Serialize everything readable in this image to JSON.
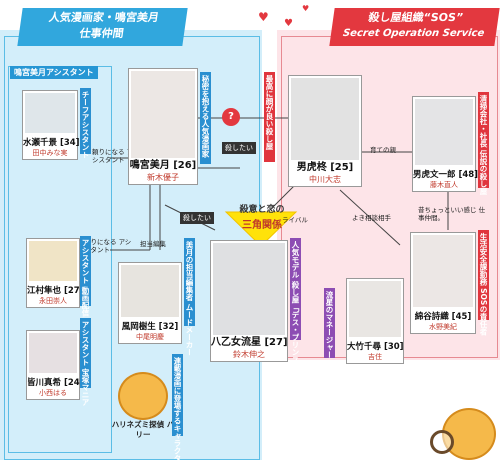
{
  "groups": {
    "left_title_1": "人気漫画家・鳴宮美月",
    "left_title_2": "仕事仲間",
    "right_title_1": "殺し屋組織“SOS”",
    "right_title_2": "Secret Operation Service",
    "assistant_tag": "鳴宮美月アシスタント"
  },
  "characters": {
    "minase": {
      "name": "水瀬千景 [34]",
      "actor": "田中みな実",
      "role": "チーフアシスタント"
    },
    "emura": {
      "name": "江村隼也 [27]",
      "actor": "永田崇人",
      "role": "アシスタント 動画配信マニア"
    },
    "minagawa": {
      "name": "皆川真希 [24]",
      "actor": "小西はる",
      "role": "アシスタント 宝塚マニア"
    },
    "narumiya": {
      "name": "鳴宮美月 [26]",
      "actor": "新木優子",
      "role": "秘密を抱える人気漫画家"
    },
    "kazama": {
      "name": "風岡樹生 [32]",
      "actor": "中尾明慶",
      "role": "美月の担当編集者 ムードメーカー"
    },
    "harry": {
      "name": "ハリネズミ探偵 ハリー",
      "role": "連載漫画に登場するキャラクター"
    },
    "otora": {
      "name": "男虎柊 [25]",
      "actor": "中川大志",
      "role": "最高に顔が良い殺し屋"
    },
    "bunichiro": {
      "name": "男虎文一郎 [48]",
      "actor": "藤木直人",
      "role": "清掃会社・社長 伝説の殺し屋"
    },
    "watanuki": {
      "name": "綿谷詩織 [45]",
      "actor": "水野美紀",
      "role": "生活安全課勤務 SOSの責任者"
    },
    "yaotome": {
      "name": "八乙女流星 [27]",
      "actor": "鈴木伸之",
      "role": "人気モデル 殺し屋「デス・プリンス」"
    },
    "otake": {
      "name": "大竹千尋 [30]",
      "actor": "吉住",
      "role": "流星のマネージャー"
    }
  },
  "relations": {
    "center_line1": "殺意と恋の",
    "center_line2": "三角関係",
    "question": "?",
    "kill_left": "殺したい",
    "kill_center": "殺したい",
    "rival": "ライバル",
    "sodate": "育ての親",
    "soudan": "よき相談相手",
    "work_partner": "昔ちょっといい感じ 仕事仲間。",
    "minase_rel": "頼りになる アシスタント",
    "assist_rel": "頼りになる アシスタント",
    "editor_rel": "担当編集"
  },
  "colors": {
    "left_bg": "#d3eefa",
    "right_bg": "#fde4e8",
    "blue": "#2a8fd0",
    "red": "#e0353d",
    "yellow": "#ffe20a"
  }
}
